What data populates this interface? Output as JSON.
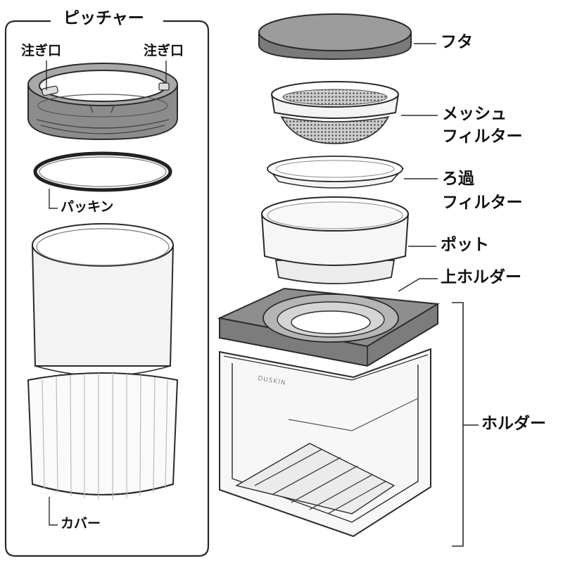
{
  "pitcher_group": {
    "title": "ピッチャー",
    "spout_left": "注ぎ口",
    "spout_right": "注ぎ口",
    "gasket": "パッキン",
    "cover": "カバー"
  },
  "right_parts": {
    "lid": "フタ",
    "mesh_filter_line1": "メッシュ",
    "mesh_filter_line2": "フィルター",
    "paper_filter_line1": "ろ過",
    "paper_filter_line2": "フィルター",
    "pot": "ポット",
    "upper_holder": "上ホルダー",
    "holder": "ホルダー"
  },
  "brand": "DUSKIN",
  "colors": {
    "outline": "#2a2a2a",
    "dark_part": "#6e6e6e",
    "mid_part": "#9a9a9a",
    "light_part": "#e6e6e6",
    "body_fill": "#f2f2f2"
  }
}
